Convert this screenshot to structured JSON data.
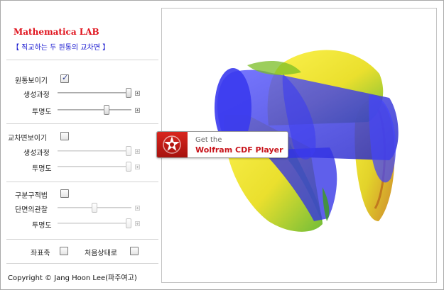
{
  "panel": {
    "title": "Mathematica LAB",
    "subtitle": "【 직교하는 두 원통의 교차면 】",
    "sections": [
      {
        "toggle": {
          "label": "원통보이기",
          "checked": true
        },
        "sliders": [
          {
            "label": "생성과정",
            "value": 1.0,
            "enabled": true
          },
          {
            "label": "투명도",
            "value": 0.68,
            "enabled": true
          }
        ]
      },
      {
        "toggle": {
          "label": "교차면보이기",
          "checked": false
        },
        "sliders": [
          {
            "label": "생성과정",
            "value": 1.0,
            "enabled": false
          },
          {
            "label": "투명도",
            "value": 1.0,
            "enabled": false
          }
        ]
      },
      {
        "toggle": {
          "label": "구분구적법",
          "checked": false
        },
        "sliders": [
          {
            "label": "단면의관찰",
            "value": 0.5,
            "enabled": false
          },
          {
            "label": "투명도",
            "value": 1.0,
            "enabled": false
          }
        ]
      }
    ],
    "bottom_toggles": [
      {
        "label": "좌표축",
        "checked": false
      },
      {
        "label": "처음상태로",
        "checked": false
      }
    ],
    "copyright": "Copyright © Jang Hoon Lee(파주여고)"
  },
  "player_badge": {
    "line1": "Get the",
    "line2": "Wolfram CDF Player"
  },
  "colors": {
    "title": "#e0141e",
    "subtitle": "#1a1ad0",
    "cylinder_blue": "#3b3bf0",
    "cylinder_yellow": "#f2e21c",
    "cylinder_green": "#58b820",
    "badge_red": "#c8141b"
  }
}
